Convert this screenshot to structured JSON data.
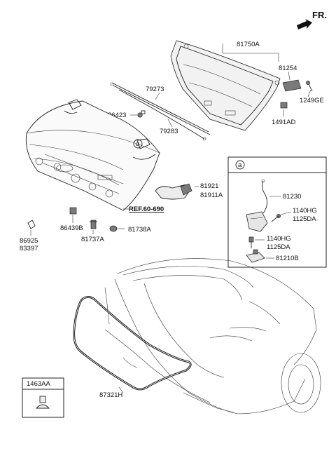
{
  "direction": {
    "label": "FR."
  },
  "callout_letter": "a",
  "ref_label": "REF.60-690",
  "parts": {
    "p81750A": "81750A",
    "p81254": "81254",
    "p1249GE": "1249GE",
    "p1491AD": "1491AD",
    "p79273": "79273",
    "p79283": "79283",
    "p86423": "86423",
    "p81921": "81921",
    "p81911A": "81911A",
    "p86439B": "86439B",
    "p81737A": "81737A",
    "p81738A": "81738A",
    "p86925": "86925",
    "p83397": "83397",
    "p81230": "81230",
    "p1140HG_1": "1140HG",
    "p1125DA_1": "1125DA",
    "p1140HG_2": "1140HG",
    "p1125DA_2": "1125DA",
    "p81210B": "81210B",
    "p87321H": "87321H",
    "p1463AA": "1463AA"
  }
}
